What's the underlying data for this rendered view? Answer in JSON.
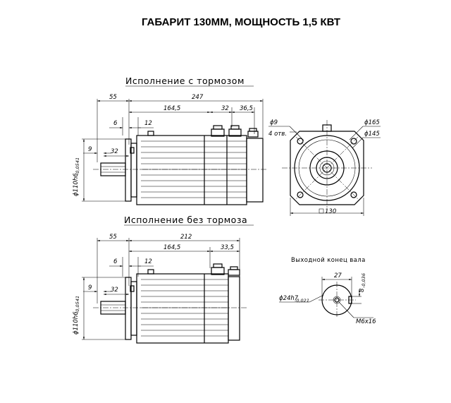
{
  "title": "ГАБАРИТ 130ММ, МОЩНОСТЬ 1,5 КВТ",
  "views": {
    "with_brake": {
      "label": "Исполнение с тормозом",
      "dims": {
        "d55": "55",
        "d247": "247",
        "d164_5": "164,5",
        "d32a": "32",
        "d36_5": "36,5",
        "d6": "6",
        "d12": "12",
        "d9": "9",
        "d32b": "32",
        "shaft_dia": "ϕ110h6",
        "shaft_tol": "-0,0541"
      }
    },
    "without_brake": {
      "label": "Исполнение без тормоза",
      "dims": {
        "d55": "55",
        "d212": "212",
        "d164_5": "164,5",
        "d33_5": "33,5",
        "d6": "6",
        "d12": "12",
        "d9": "9",
        "d32": "32",
        "shaft_dia": "ϕ110h6",
        "shaft_tol": "-0,0541"
      }
    },
    "front": {
      "hole_dia": "ϕ9",
      "hole_count": "4 отв.",
      "d165": "ϕ165",
      "d145": "ϕ145",
      "square": "130"
    },
    "shaft_end": {
      "label": "Выходной конец вала",
      "d27": "27",
      "key_width": "8",
      "key_tol": "-0,036",
      "shaft": "ϕ24h7",
      "shaft_tol": "-0,021",
      "thread": "М6х16"
    }
  }
}
